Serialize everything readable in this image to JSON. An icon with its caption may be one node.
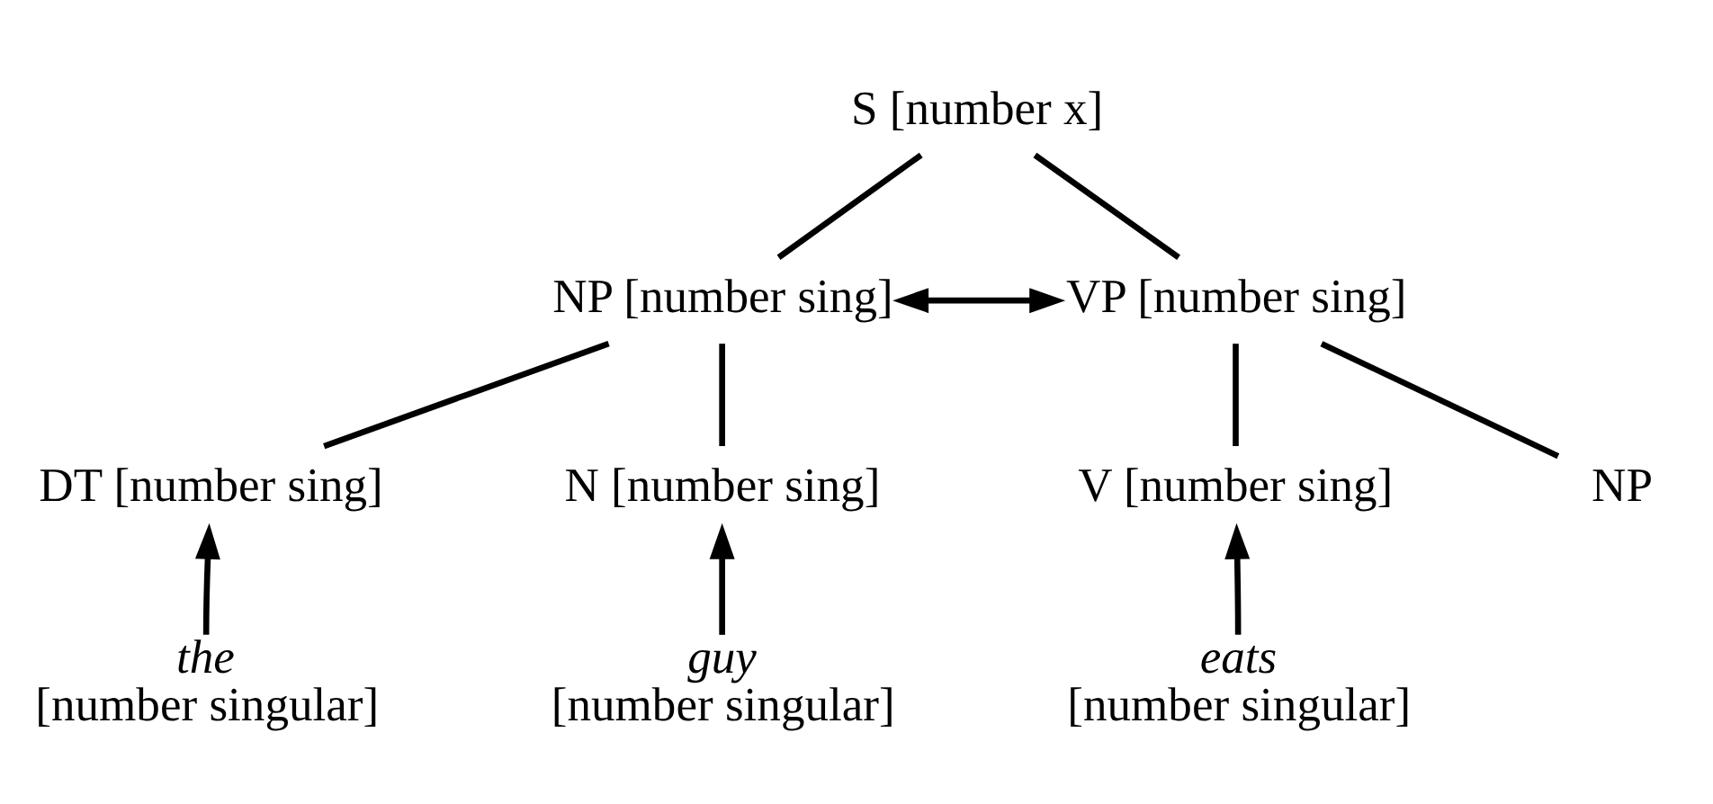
{
  "diagram": {
    "nodes": [
      {
        "text": [
          "S [number x]"
        ]
      },
      {
        "text": [
          "NP [number sing]"
        ]
      },
      {
        "text": [
          "VP [number sing]"
        ]
      },
      {
        "text": [
          "DT [number sing]"
        ]
      },
      {
        "text": [
          "N [number sing]"
        ]
      },
      {
        "text": [
          "V [number sing]"
        ]
      },
      {
        "text": [
          "NP"
        ]
      },
      {
        "text": [
          "the",
          "[number singular]"
        ]
      },
      {
        "text": [
          "guy",
          "[number singular]"
        ]
      },
      {
        "text": [
          "eats",
          "[number singular]"
        ]
      }
    ],
    "edges": [
      {
        "from": 0,
        "to": 1,
        "arrow": "none"
      },
      {
        "from": 0,
        "to": 2,
        "arrow": "none"
      },
      {
        "from": 1,
        "to": 2,
        "arrow": "both"
      },
      {
        "from": 1,
        "to": 3,
        "arrow": "none"
      },
      {
        "from": 1,
        "to": 4,
        "arrow": "none"
      },
      {
        "from": 2,
        "to": 5,
        "arrow": "none"
      },
      {
        "from": 2,
        "to": 6,
        "arrow": "none"
      },
      {
        "from": 7,
        "to": 3,
        "arrow": "to"
      },
      {
        "from": 8,
        "to": 4,
        "arrow": "to"
      },
      {
        "from": 9,
        "to": 5,
        "arrow": "to"
      }
    ]
  }
}
